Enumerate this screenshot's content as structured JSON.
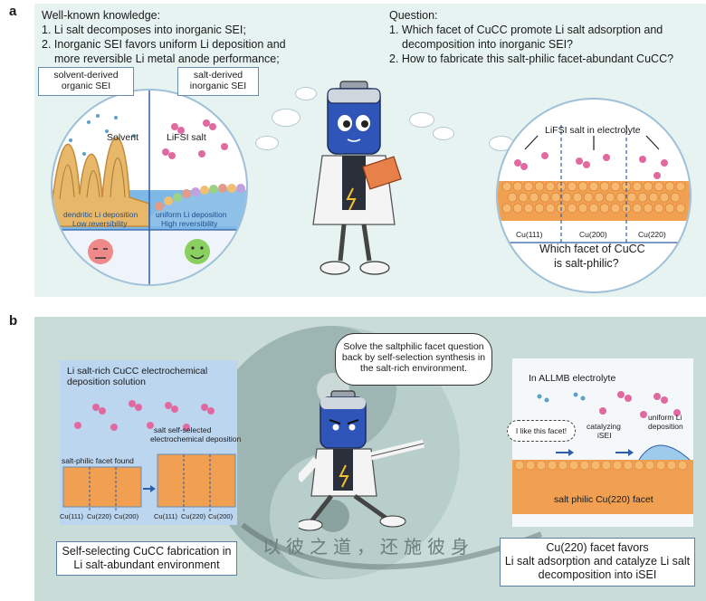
{
  "panel_a": {
    "label": "a",
    "knowledge_title": "Well-known knowledge:",
    "knowledge_1": "1. Li salt decomposes into inorganic SEI;",
    "knowledge_2a": "2. Inorganic SEI favors uniform Li deposition and",
    "knowledge_2b": "more reversible Li metal anode performance;",
    "question_title": "Question:",
    "question_1a": "1. Which facet of CuCC promote Li salt adsorption and",
    "question_1b": "decomposition into inorganic SEI?",
    "question_2": "2. How to fabricate this salt-philic facet-abundant CuCC?",
    "solvent_sei_a": "solvent-derived",
    "solvent_sei_b": "organic SEI",
    "salt_sei_a": "salt-derived",
    "salt_sei_b": "inorganic SEI",
    "solvent_label": "Solvent",
    "lifsi_label": "LiFSI salt",
    "dendritic_a": "dendritic Li deposition",
    "dendritic_b": "Low reversibility",
    "uniform_a": "uniform Li deposition",
    "uniform_b": "High reversibility",
    "lifsi_electrolyte": "LiFSI salt in electrolyte",
    "facets": [
      "Cu(111)",
      "Cu(200)",
      "Cu(220)"
    ],
    "which_facet_a": "Which facet of CuCC",
    "which_facet_b": "is salt-philic?"
  },
  "panel_b": {
    "label": "b",
    "speech_a": "Solve the saltphilic facet question",
    "speech_b": "back by self-selection synthesis in",
    "speech_c": "the salt-rich environment.",
    "solution_a": "Li salt-rich CuCC electrochemical",
    "solution_b": "deposition solution",
    "self_selected_a": "salt self-selected",
    "self_selected_b": "electrochemical deposition",
    "facet_found": "salt-philic facet found",
    "facet_ticks_left": [
      "Cu(111)",
      "Cu(220)",
      "Cu(200)"
    ],
    "facet_ticks_right": [
      "Cu(111)",
      "Cu(220)",
      "Cu(200)"
    ],
    "caption_left_a": "Self-selecting CuCC fabrication in",
    "caption_left_b": "Li salt-abundant environment",
    "allmb": "In ALLMB electrolyte",
    "like_facet": "I like this facet!",
    "catalyzing_a": "catalyzing",
    "catalyzing_b": "iSEI",
    "uniform_a": "uniform Li",
    "uniform_b": "deposition",
    "salt_philic_facet": "salt philic Cu(220) facet",
    "caption_right_a": "Cu(220) facet favors",
    "caption_right_b": "Li salt adsorption and catalyze Li salt",
    "caption_right_c": "decomposition into iSEI",
    "calligraphy": "以彼之道，还施彼身"
  },
  "colors": {
    "panel_a_bg": "#e6f3f0",
    "panel_b_bg": "#c9dcd8",
    "copper": "#f0a050",
    "battery_blue": "#2f55b8",
    "electrolyte_blue": "#9ccbec"
  }
}
